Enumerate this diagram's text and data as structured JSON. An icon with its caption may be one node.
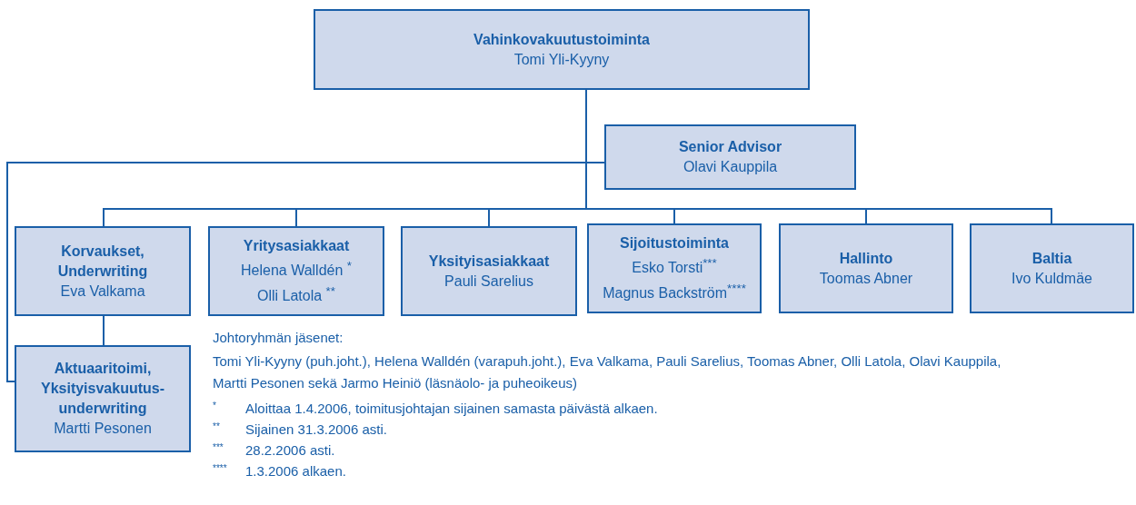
{
  "diagram": {
    "nodes": [
      {
        "text": [
          "Vahinkovakuutustoiminta",
          "Tomi Yli-Kyyny"
        ]
      },
      {
        "text": [
          "Senior Advisor",
          "Olavi Kauppila"
        ]
      },
      {
        "text": [
          "Korvaukset, Underwriting",
          "Eva Valkama"
        ]
      },
      {
        "text": [
          "Yritysasiakkaat",
          "Helena Walldén $^{*}$",
          "Olli Latola $^{**}$"
        ]
      },
      {
        "text": [
          "Yksityisasiakkaat",
          "Pauli Sarelius"
        ]
      },
      {
        "text": [
          "Sijoitustoiminta",
          "Esko Torsti$^{***}$",
          "Magnus Backström$^{****}$"
        ]
      },
      {
        "text": [
          "Hallinto",
          "Toomas Abner"
        ]
      },
      {
        "text": [
          "Baltia",
          "Ivo Kuldmäe"
        ]
      },
      {
        "text": [
          "Aktuaaritoimi, Yksityisvakuutus-underwriting",
          "Martti Pesonen"
        ]
      }
    ],
    "edges": [
      {
        "from": 0,
        "to": 1,
        "arrow": "none"
      },
      {
        "from": 0,
        "to": 2,
        "arrow": "none"
      },
      {
        "from": 0,
        "to": 3,
        "arrow": "none"
      },
      {
        "from": 0,
        "to": 4,
        "arrow": "none"
      },
      {
        "from": 0,
        "to": 5,
        "arrow": "none"
      },
      {
        "from": 0,
        "to": 6,
        "arrow": "none"
      },
      {
        "from": 0,
        "to": 7,
        "arrow": "none"
      },
      {
        "from": 0,
        "to": 8,
        "arrow": "none"
      },
      {
        "from": 2,
        "to": 8,
        "arrow": "none"
      }
    ],
    "labels": [
      "Johtoryhmän jäsenet:",
      "Tomi Yli-Kyyny (puh.joht.), Helena Walldén (varapuh.joht.), Eva Valkama, Pauli Sarelius, Toomas Abner, Olli Latola, Olavi Kauppila, Martti Pesonen sekä Jarmo Heiniö (läsnäolo- ja puheoikeus)",
      "*",
      "Aloittaa 1.4.2006, toimitusjohtajan sijainen samasta päivästä alkaen.",
      "**",
      "Sijainen 31.3.2006 asti.",
      "***",
      "28.2.2006 asti.",
      "****",
      "1.3.2006 alkaen."
    ]
  }
}
